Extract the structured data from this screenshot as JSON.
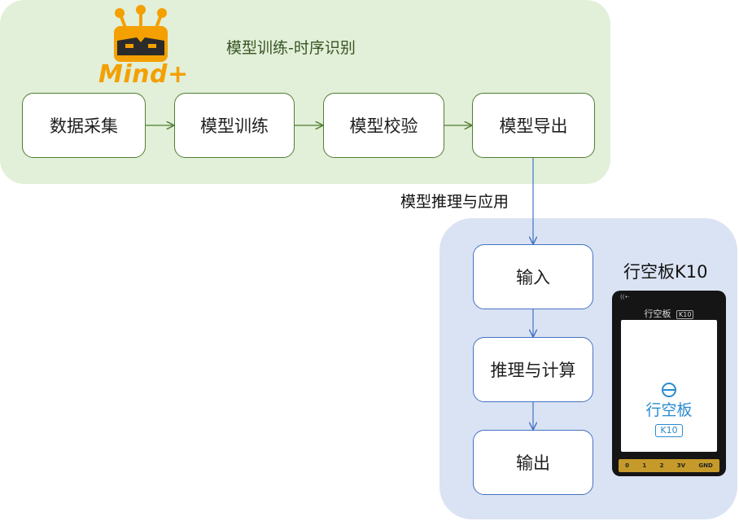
{
  "logo": {
    "text": "Mind+",
    "icon": "robot-icon"
  },
  "training": {
    "title": "模型训练-时序识别",
    "steps": [
      "数据采集",
      "模型训练",
      "模型校验",
      "模型导出"
    ]
  },
  "connector_label": "模型推理与应用",
  "inference": {
    "steps": [
      "输入",
      "推理与计算",
      "输出"
    ],
    "device_title": "行空板K10"
  },
  "device": {
    "status": "((•·",
    "header": "行空板",
    "header_badge": "K10",
    "screen_brand": "行空板",
    "screen_badge": "K10",
    "pins": [
      "0",
      "1",
      "2",
      "3V",
      "GND"
    ]
  },
  "colors": {
    "train_panel": "#e2efd9",
    "infer_panel": "#dae3f3",
    "train_border": "#507e32",
    "infer_border": "#4472c4",
    "logo_orange": "#f3a000"
  }
}
